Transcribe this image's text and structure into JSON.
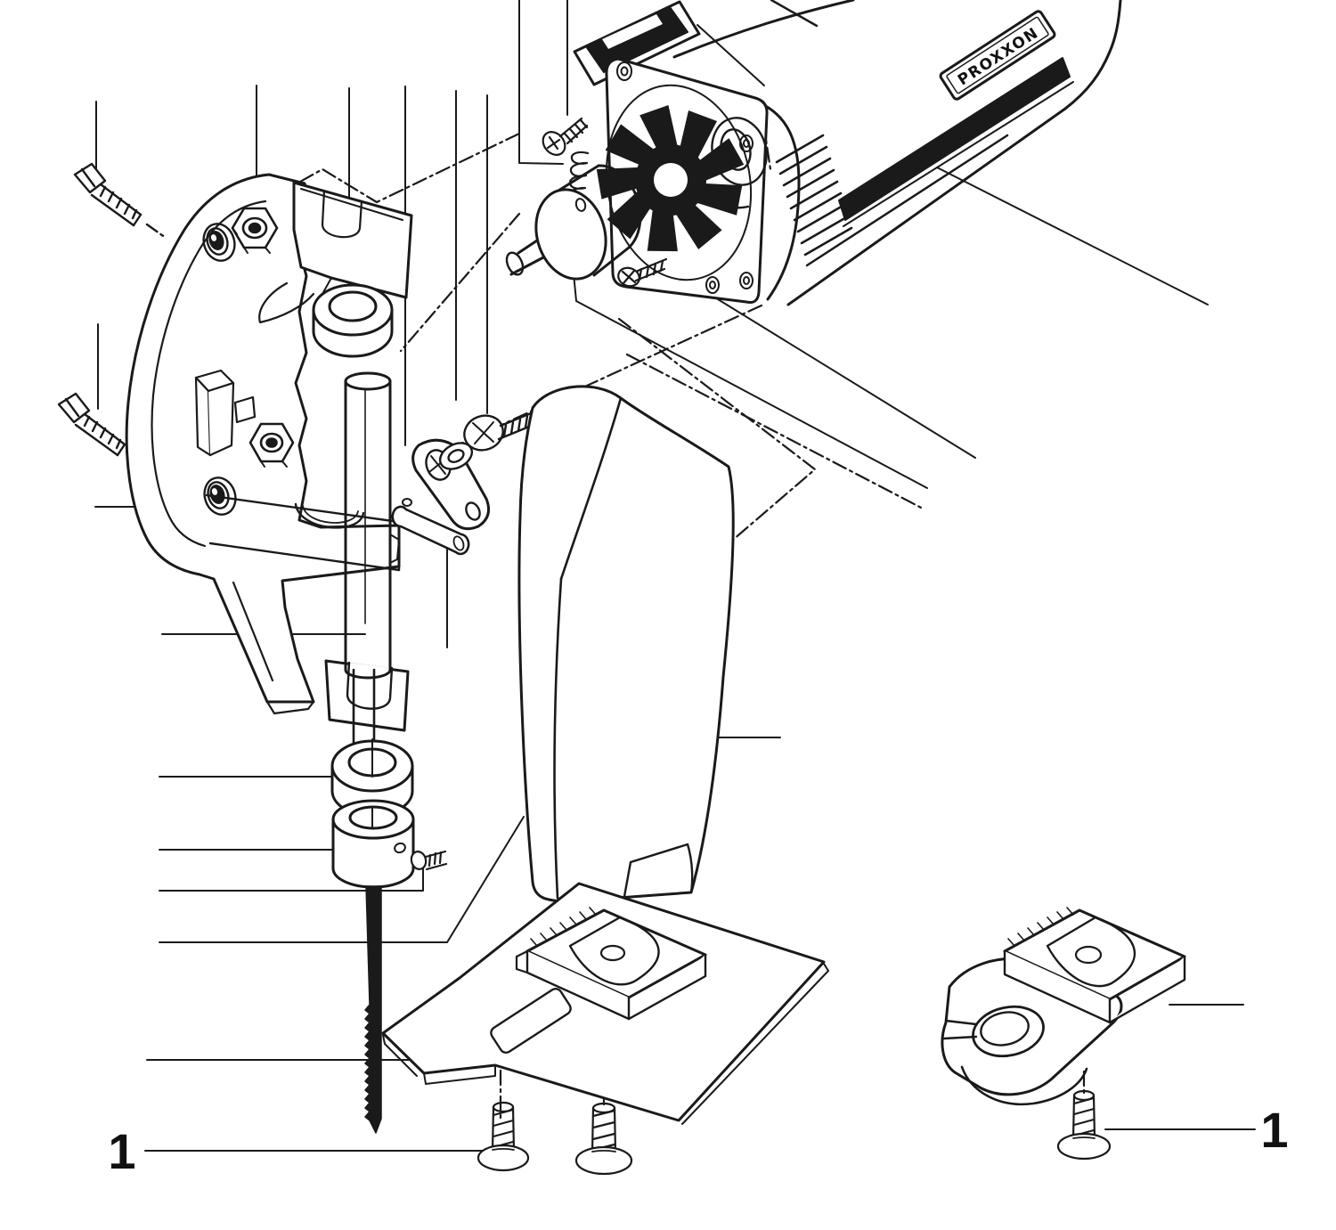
{
  "diagram": {
    "kind": "exploded-parts-drawing",
    "brand_label": "PROXXON",
    "callouts": [
      {
        "label": "1",
        "position": "bottom-left"
      },
      {
        "label": "1",
        "position": "bottom-right"
      }
    ],
    "colors": {
      "line": "#1a1a1a",
      "background": "#ffffff",
      "solid_fill": "#1a1a1a"
    },
    "parts": [
      {
        "name": "motor-housing"
      },
      {
        "name": "motor-end-cap"
      },
      {
        "name": "fan-impeller"
      },
      {
        "name": "brush-cap"
      },
      {
        "name": "countersunk-screw-upper"
      },
      {
        "name": "countersunk-screw-lower"
      },
      {
        "name": "compression-spring"
      },
      {
        "name": "eccentric-drive"
      },
      {
        "name": "hex-cap-screw-upper"
      },
      {
        "name": "hex-cap-screw-lower"
      },
      {
        "name": "frame-casting"
      },
      {
        "name": "lock-nut-upper"
      },
      {
        "name": "lock-nut-lower"
      },
      {
        "name": "bearing-ring-upper"
      },
      {
        "name": "bearing-ring-lower"
      },
      {
        "name": "plunger-tube"
      },
      {
        "name": "guide-link"
      },
      {
        "name": "washer-screw"
      },
      {
        "name": "pivot-pin"
      },
      {
        "name": "blade-clamp-collar"
      },
      {
        "name": "set-screw"
      },
      {
        "name": "saw-blade"
      },
      {
        "name": "protective-cover"
      },
      {
        "name": "base-plate"
      },
      {
        "name": "clamp-insert"
      },
      {
        "name": "clamp-holder-detail"
      },
      {
        "name": "flat-head-screw-left"
      },
      {
        "name": "flat-head-screw-center"
      },
      {
        "name": "flat-head-screw-detail"
      }
    ]
  }
}
